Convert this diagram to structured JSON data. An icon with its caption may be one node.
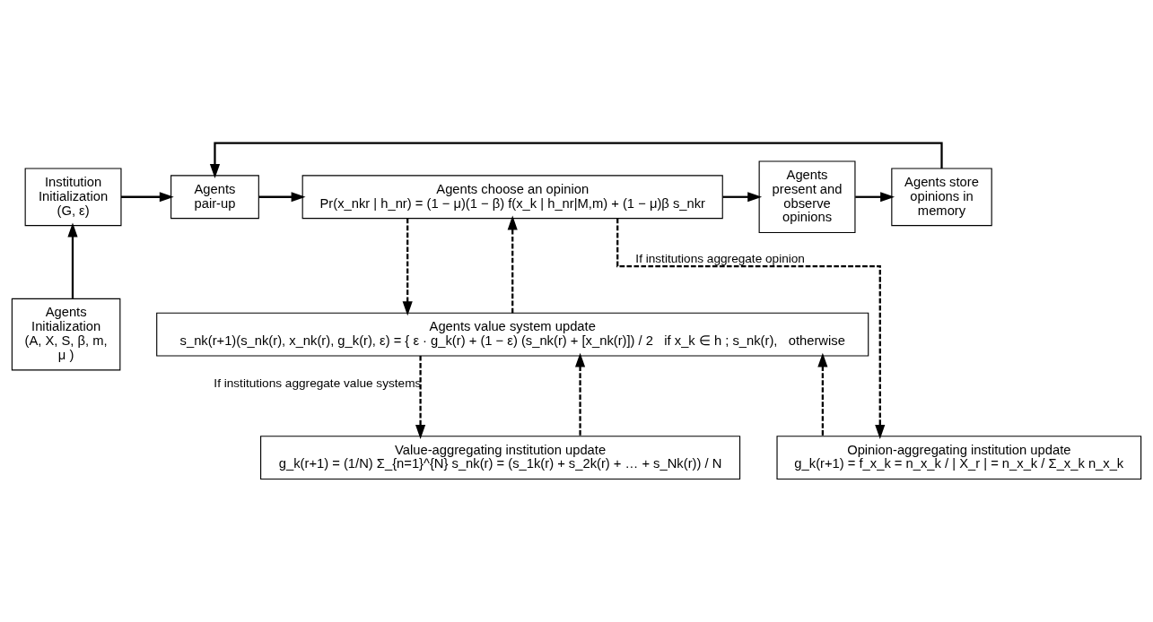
{
  "diagram": {
    "nodes": [
      {
        "text": [
          "Institution Initialization (G, ε)"
        ]
      },
      {
        "text": [
          "Agents pair-up"
        ]
      },
      {
        "text": [
          "Agents choose an opinion",
          "Pr(x_nkr | h_nr) = (1 − μ)(1 − β) f(x_k | h_nr|M,m) + (1 − μ)β s_nkr"
        ]
      },
      {
        "text": [
          "Agents present and observe opinions"
        ]
      },
      {
        "text": [
          "Agents store opinions in memory"
        ]
      },
      {
        "text": [
          "Agents Initialization (A, X, S, β, m, μ )"
        ]
      },
      {
        "text": [
          "Agents value system update",
          "s_nk(r+1)(s_nk(r), x_nk(r), g_k(r), ε) = { ε · g_k(r) + (1 − ε) (s_nk(r) + [x_nk(r)]) / 2   if x_k ∈ h ; s_nk(r),   otherwise"
        ]
      },
      {
        "text": [
          "Value-aggregating institution update",
          "g_k(r+1) = (1/N) Σ_{n=1}^{N} s_nk(r) = (s_1k(r) + s_2k(r) + … + s_Nk(r)) / N"
        ]
      },
      {
        "text": [
          "Opinion-aggregating institution update",
          "g_k(r+1) = f_x_k = n_x_k / | X_r | = n_x_k / Σ_x_k n_x_k"
        ]
      }
    ],
    "edges": [
      {
        "from": 0,
        "to": 1,
        "arrow": "to"
      },
      {
        "from": 1,
        "to": 2,
        "arrow": "to"
      },
      {
        "from": 2,
        "to": 3,
        "arrow": "to"
      },
      {
        "from": 3,
        "to": 4,
        "arrow": "to"
      },
      {
        "from": 4,
        "to": 1,
        "arrow": "to"
      },
      {
        "from": 5,
        "to": 0,
        "arrow": "to"
      },
      {
        "from": 6,
        "to": 2,
        "arrow": "to",
        "style": "dashed"
      },
      {
        "from": 2,
        "to": 6,
        "arrow": "to",
        "style": "dashed"
      },
      {
        "from": 2,
        "to": 8,
        "arrow": "to",
        "style": "dashed",
        "label": "If institutions aggregate opinion"
      },
      {
        "from": 6,
        "to": 7,
        "arrow": "to",
        "style": "dashed",
        "label": "If institutions aggregate value systems"
      },
      {
        "from": 7,
        "to": 6,
        "arrow": "to",
        "style": "dashed"
      },
      {
        "from": 8,
        "to": 6,
        "arrow": "to",
        "style": "dashed"
      }
    ]
  }
}
